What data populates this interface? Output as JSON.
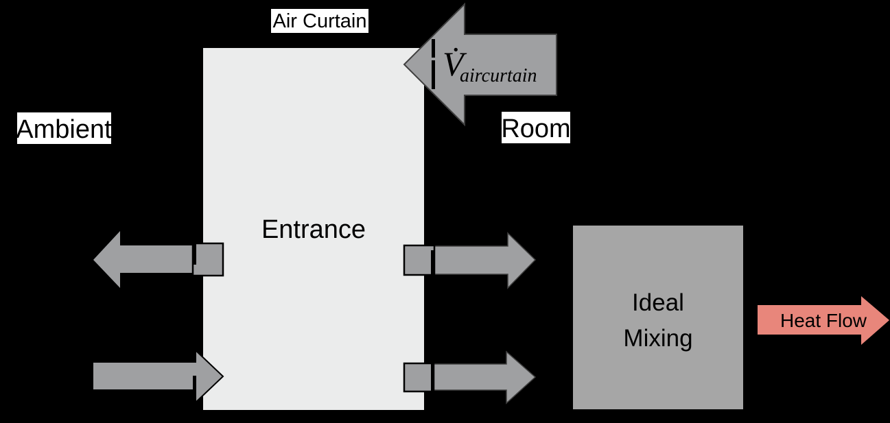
{
  "diagram": {
    "title_label": "Air Curtain",
    "zones": {
      "left_label": "Ambient",
      "right_label": "Room"
    },
    "entrance_box": {
      "label": "Entrance"
    },
    "ideal_mixing_box": {
      "label_line1": "Ideal",
      "label_line2": "Mixing"
    },
    "air_curtain_flow": {
      "symbol": "V̇",
      "subscript": "aircurtain"
    },
    "heat_flow": {
      "label": "Heat Flow"
    },
    "colors": {
      "background": "#000000",
      "entrance_fill": "#ebecec",
      "mixing_fill": "#a6a6a6",
      "arrow_fill": "#9fa0a2",
      "arrow_outline": "#404040",
      "junction_outline": "#000000",
      "heat_arrow_fill": "#e8867b",
      "label_bg": "#ffffff",
      "text": "#000000"
    }
  }
}
